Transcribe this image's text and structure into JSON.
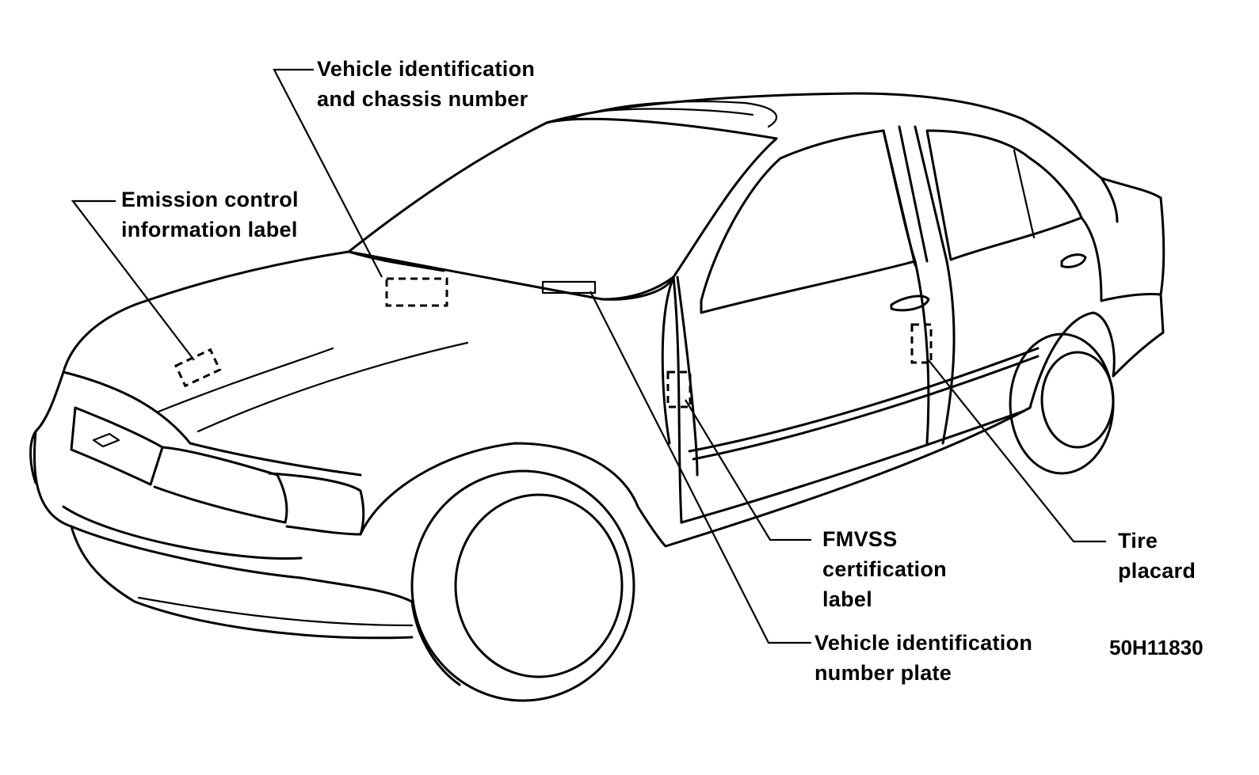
{
  "labels": {
    "vin_chassis": [
      "Vehicle identification",
      "and chassis number"
    ],
    "emission": [
      "Emission control",
      "information label"
    ],
    "fmvss": [
      "FMVSS",
      "certification",
      "label"
    ],
    "tire": [
      "Tire",
      "placard"
    ],
    "vin_plate": [
      "Vehicle identification",
      "number plate"
    ]
  },
  "figure_code": "50H11830",
  "colors": {
    "line": "#000000",
    "background": "#ffffff"
  }
}
